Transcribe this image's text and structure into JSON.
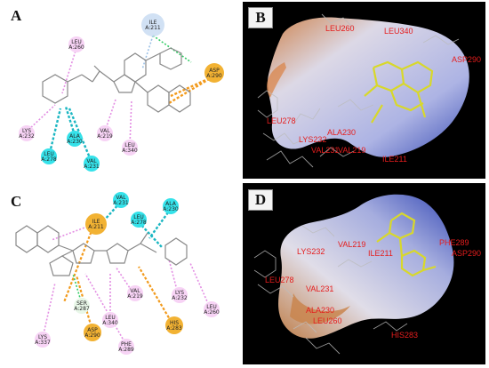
{
  "panels": {
    "A": {
      "letter": "A",
      "residues": [
        {
          "id": "ile211",
          "name": "ILE",
          "num": "A:211",
          "kind": "pi"
        },
        {
          "id": "leu260",
          "name": "LEU",
          "num": "A:260",
          "kind": "alkyl"
        },
        {
          "id": "asp290",
          "name": "ASP",
          "num": "A:290",
          "kind": "charge"
        },
        {
          "id": "lys232",
          "name": "LYS",
          "num": "A:232",
          "kind": "alkyl"
        },
        {
          "id": "ala230",
          "name": "ALA",
          "num": "A:230",
          "kind": "pisigma"
        },
        {
          "id": "leu278",
          "name": "LEU",
          "num": "A:278",
          "kind": "pisigma"
        },
        {
          "id": "val231",
          "name": "VAL",
          "num": "A:231",
          "kind": "pisigma"
        },
        {
          "id": "val219",
          "name": "VAL",
          "num": "A:219",
          "kind": "alkyl"
        },
        {
          "id": "leu340",
          "name": "LEU",
          "num": "A:340",
          "kind": "alkyl"
        }
      ]
    },
    "B": {
      "letter": "B",
      "labels": [
        "LEU260",
        "LEU340",
        "ASP290",
        "LEU278",
        "LYS232",
        "ALA230",
        "VAL231",
        "VAL219",
        "ILE211"
      ]
    },
    "C": {
      "letter": "C",
      "residues": [
        {
          "id": "val231",
          "name": "VAL",
          "num": "A:231",
          "kind": "pisigma"
        },
        {
          "id": "ala230",
          "name": "ALA",
          "num": "A:230",
          "kind": "pisigma"
        },
        {
          "id": "ile211",
          "name": "ILE",
          "num": "A:211",
          "kind": "charge"
        },
        {
          "id": "leu278",
          "name": "LEU",
          "num": "A:278",
          "kind": "pisigma"
        },
        {
          "id": "ser287",
          "name": "SER",
          "num": "A:287",
          "kind": "carbonh"
        },
        {
          "id": "val219",
          "name": "VAL",
          "num": "A:219",
          "kind": "alkyl"
        },
        {
          "id": "lys232",
          "name": "LYS",
          "num": "A:232",
          "kind": "alkyl"
        },
        {
          "id": "leu260",
          "name": "LEU",
          "num": "A:260",
          "kind": "alkyl"
        },
        {
          "id": "leu340",
          "name": "LEU",
          "num": "A:340",
          "kind": "alkyl"
        },
        {
          "id": "asp290",
          "name": "ASP",
          "num": "A:290",
          "kind": "charge"
        },
        {
          "id": "his283",
          "name": "HIS",
          "num": "A:283",
          "kind": "charge"
        },
        {
          "id": "lys337",
          "name": "LYS",
          "num": "A:337",
          "kind": "alkyl"
        },
        {
          "id": "phe289",
          "name": "PHE",
          "num": "A:289",
          "kind": "alkyl"
        }
      ]
    },
    "D": {
      "letter": "D",
      "labels": [
        "LYS232",
        "VAL219",
        "ILE211",
        "PHE289",
        "ASP290",
        "LEU278",
        "VAL231",
        "ALA230",
        "LEU260",
        "HIS283"
      ]
    }
  },
  "colors": {
    "alkyl": "#f7d3f5",
    "alkyl_line": "#e38ee3",
    "pisigma": "#35e2ea",
    "pisigma_line": "#1ab6c2",
    "charge": "#f2b233",
    "charge_line": "#f29a1c",
    "pi": "#c9dcf2",
    "hbond_line": "#33cc66",
    "carbonh": "#e8f7e8",
    "surface_blue": "#4a62c9",
    "surface_orange": "#d98a52",
    "label_red": "#e51d1d",
    "ligand_yellow": "#d8d82a"
  }
}
